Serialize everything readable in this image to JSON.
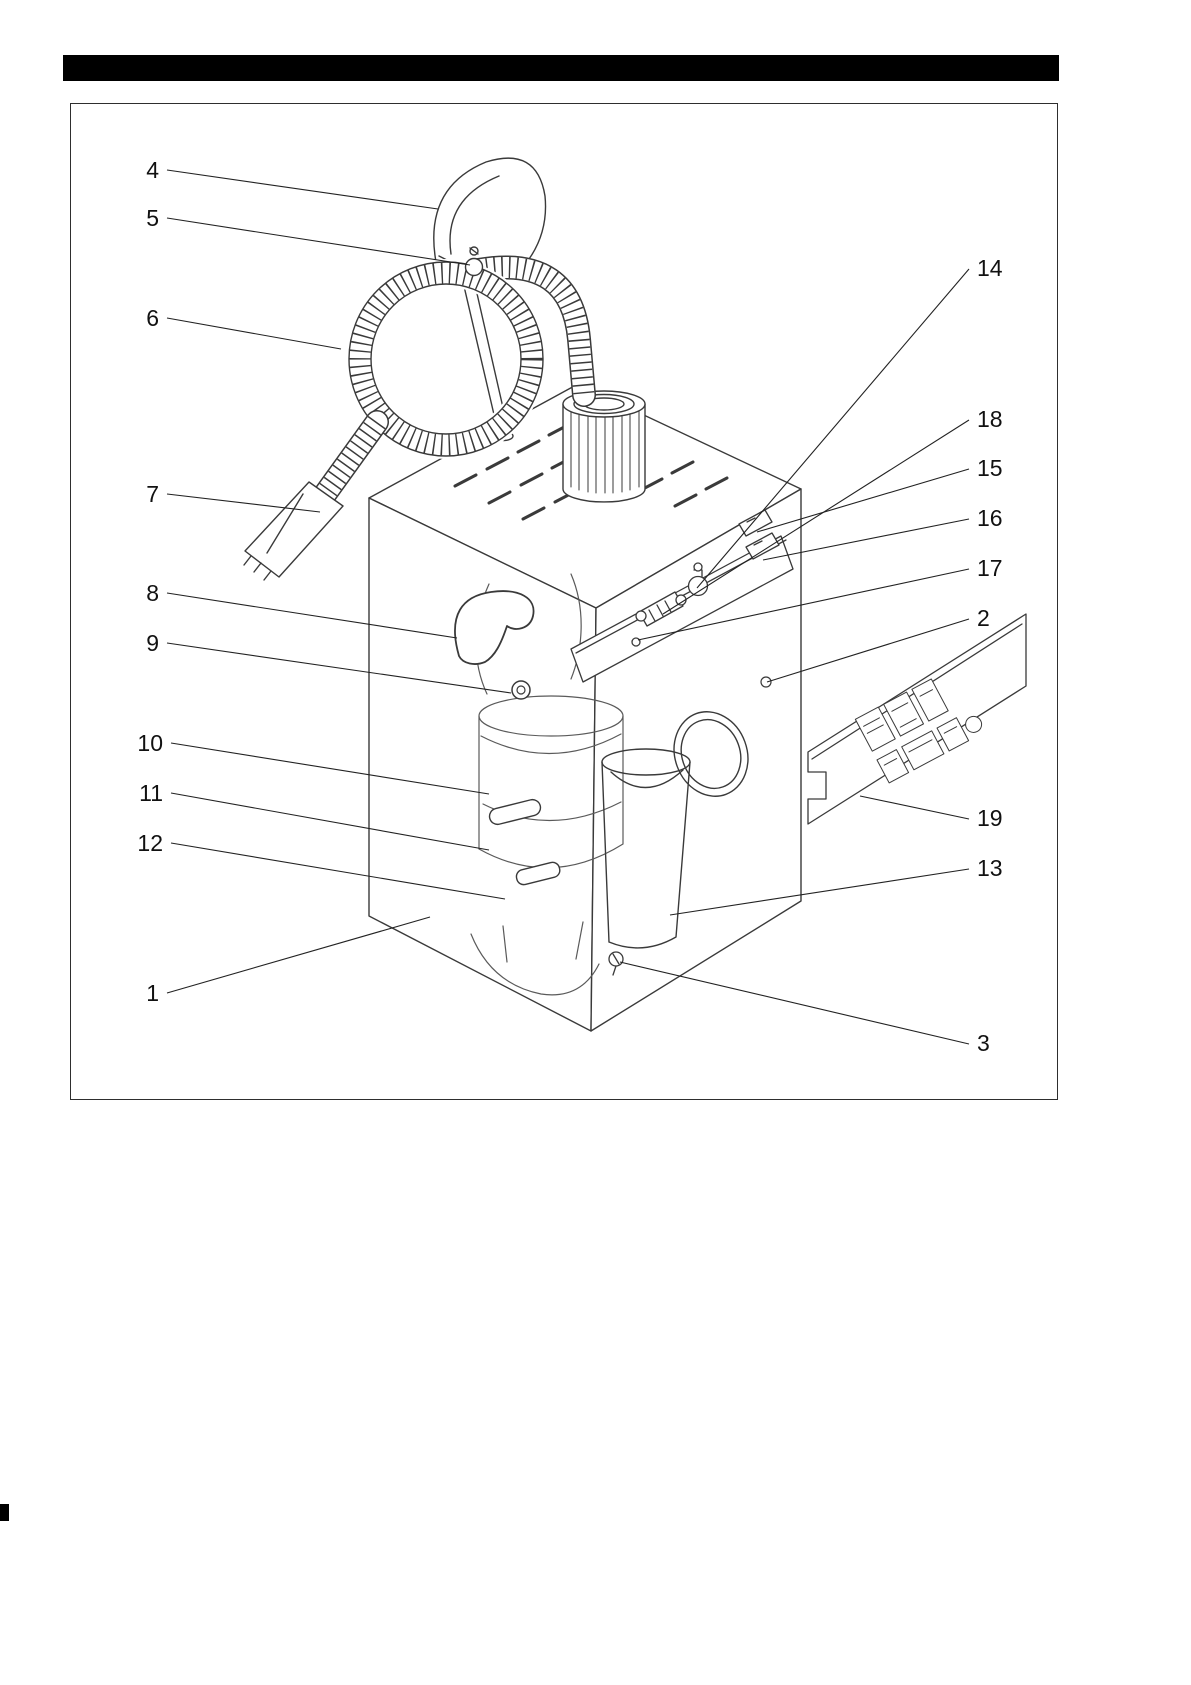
{
  "figure": {
    "callouts_left": [
      "4",
      "5",
      "6",
      "7",
      "8",
      "9",
      "10",
      "11",
      "12",
      "1"
    ],
    "callouts_right": [
      "14",
      "18",
      "15",
      "16",
      "17",
      "2",
      "19",
      "13",
      "3"
    ]
  }
}
